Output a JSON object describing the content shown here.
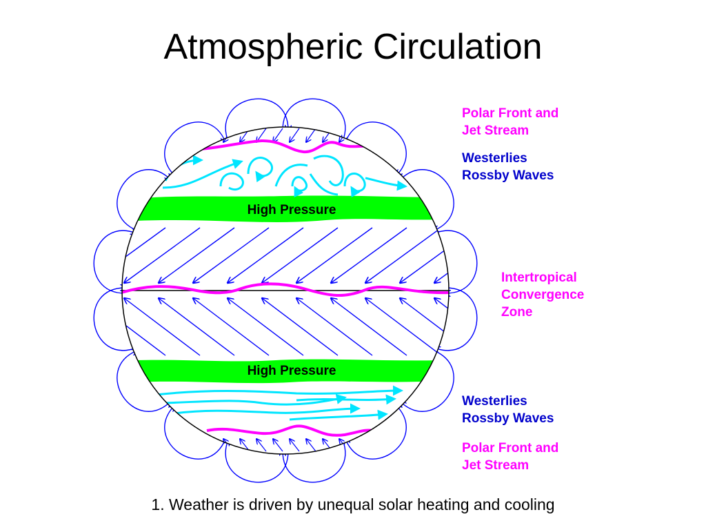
{
  "slide": {
    "title": "Atmospheric Circulation",
    "caption": "1. Weather is driven by unequal solar heating and cooling"
  },
  "diagram": {
    "band_labels": {
      "north_high": "High Pressure",
      "south_high": "High Pressure"
    },
    "side_labels": {
      "north_polar_front": [
        "Polar Front and",
        "Jet Stream"
      ],
      "north_westerlies": [
        "Westerlies",
        "Rossby Waves"
      ],
      "itcz": [
        "Intertropical",
        "Convergence",
        "Zone"
      ],
      "south_westerlies": [
        "Westerlies",
        "Rossby Waves"
      ],
      "south_polar_front": [
        "Polar Front and",
        "Jet Stream"
      ]
    },
    "colors": {
      "magenta": "#ff00ff",
      "blue": "#0000ff",
      "cyan": "#00e5ff",
      "green": "#00ff00",
      "outline": "#000000"
    }
  }
}
